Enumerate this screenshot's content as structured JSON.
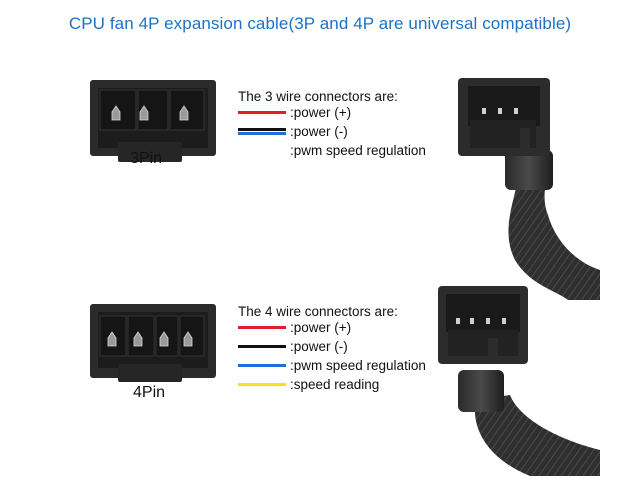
{
  "title": "CPU fan 4P expansion cable(3P and 4P are universal compatible)",
  "colors": {
    "title": "#1a73c8",
    "red": "#e11d2a",
    "black": "#111111",
    "blue": "#1e6fd9",
    "yellow": "#f6e21a"
  },
  "three_pin": {
    "label": "3Pin",
    "legend_heading": "The 3 wire connectors are:",
    "rows": [
      {
        "text": ":power (+)",
        "color": "red"
      },
      {
        "text": ":power (-)",
        "color": "black"
      },
      {
        "text": ":pwm speed regulation",
        "color": "blue"
      }
    ]
  },
  "four_pin": {
    "label": "4Pin",
    "legend_heading": "The 4 wire connectors are:",
    "rows": [
      {
        "text": ":power (+)",
        "color": "red"
      },
      {
        "text": ":power (-)",
        "color": "black"
      },
      {
        "text": ":pwm speed regulation",
        "color": "blue"
      },
      {
        "text": ":speed reading",
        "color": "yellow"
      }
    ]
  }
}
